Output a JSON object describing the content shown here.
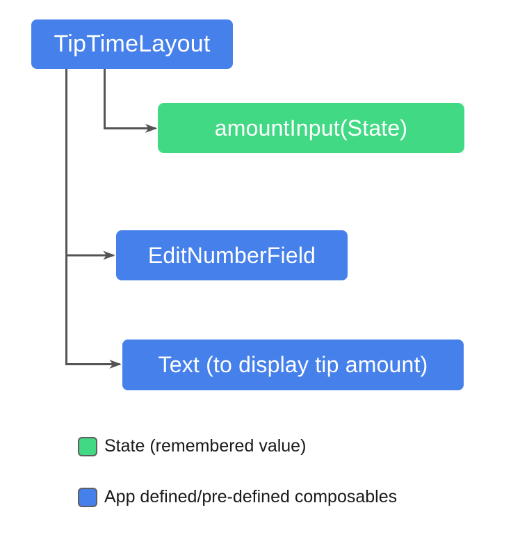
{
  "diagram": {
    "nodes": [
      {
        "label": "TipTimeLayout",
        "kind": "composable",
        "color": "#4680EB",
        "text_color": "#FFFFFF"
      },
      {
        "label": "amountInput(State)",
        "kind": "state",
        "color": "#42D985",
        "text_color": "#FFFFFF"
      },
      {
        "label": "EditNumberField",
        "kind": "composable",
        "color": "#4680EB",
        "text_color": "#FFFFFF"
      },
      {
        "label": "Text (to display tip amount)",
        "kind": "composable",
        "color": "#4680EB",
        "text_color": "#FFFFFF"
      }
    ],
    "edges": [
      {
        "from": "TipTimeLayout",
        "to": "amountInput(State)"
      },
      {
        "from": "TipTimeLayout",
        "to": "EditNumberField"
      },
      {
        "from": "TipTimeLayout",
        "to": "Text (to display tip amount)"
      }
    ],
    "connector_color": "#545454"
  },
  "legend": {
    "items": [
      {
        "label": "State (remembered value)",
        "swatch_color": "#42D985"
      },
      {
        "label": "App defined/pre-defined composables",
        "swatch_color": "#4680EB"
      }
    ]
  }
}
